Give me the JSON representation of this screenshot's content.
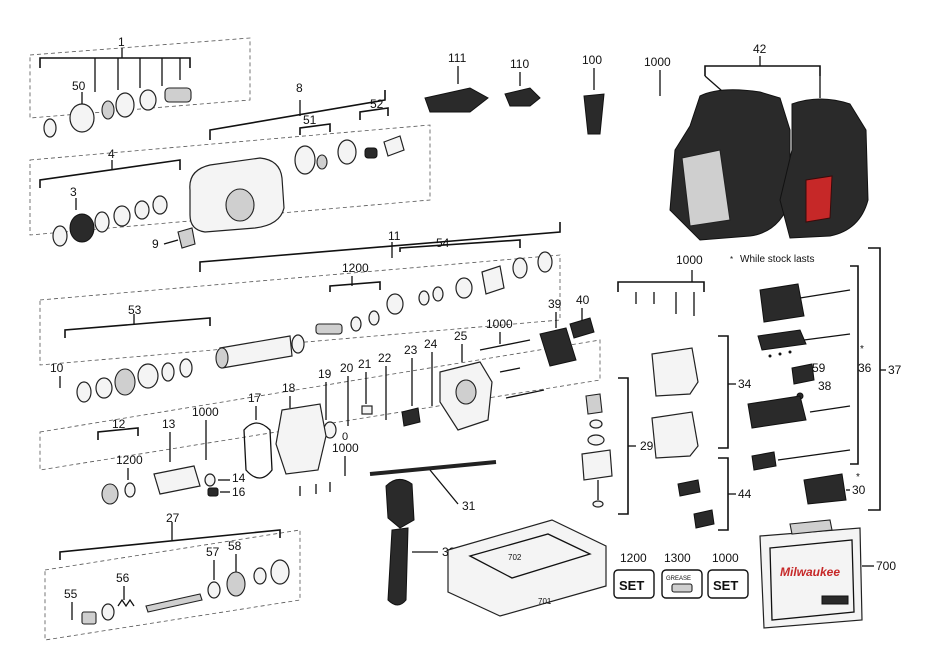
{
  "labels": {
    "n1": "1",
    "n50": "50",
    "n8": "8",
    "n51": "51",
    "n52": "52",
    "n111": "111",
    "n110": "110",
    "n100": "100",
    "n1000a": "1000",
    "n42": "42",
    "n4": "4",
    "n3": "3",
    "n9": "9",
    "n11": "11",
    "n54": "54",
    "n1200a": "1200",
    "n53": "53",
    "n10": "10",
    "n39": "39",
    "n40": "40",
    "n1000b": "1000",
    "n1000c": "1000",
    "n25": "25",
    "n24": "24",
    "n23": "23",
    "n22": "22",
    "n21": "21",
    "n20": "20",
    "n19": "19",
    "n18": "18",
    "n17": "17",
    "n1000d": "1000",
    "n13": "13",
    "n12": "12",
    "n1200b": "1200",
    "n14": "14",
    "n16": "16",
    "n1000e": "1000",
    "n29": "29",
    "n34": "34",
    "n59": "59",
    "n38": "38",
    "n36": "36",
    "n37": "37",
    "n30": "30",
    "n44": "44",
    "n31": "31",
    "n27": "27",
    "n57": "57",
    "n58": "58",
    "n55": "55",
    "n56": "56",
    "n32": "32",
    "n702": "702",
    "n701": "701",
    "n700": "700",
    "n1200c": "1200",
    "n1300": "1300",
    "n1000f": "1000"
  },
  "notes": {
    "stock_star": "*",
    "stock_text": "While stock lasts",
    "star36": "*",
    "star30": "*",
    "zero": "0"
  },
  "set_boxes": {
    "set1": "SET",
    "grease": "GREASE",
    "set2": "SET"
  },
  "case_brand": "Milwaukee"
}
